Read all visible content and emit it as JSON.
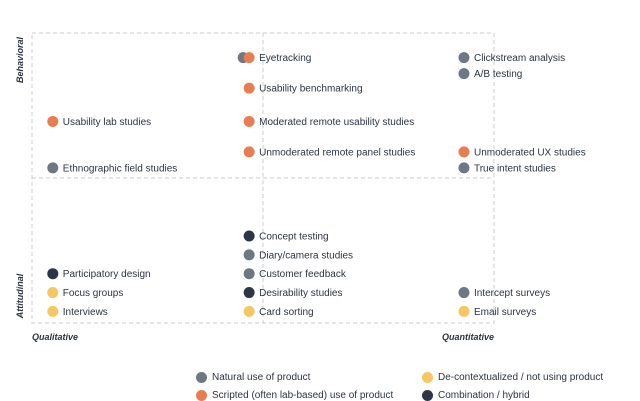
{
  "colors": {
    "natural": "#6f7782",
    "scripted": "#ea7d4f",
    "decontextualized": "#f6c761",
    "combination": "#2e3546"
  },
  "chart_data": {
    "type": "scatter",
    "title": "",
    "x_axis": {
      "left_label": "Qualitative",
      "right_label": "Quantitative"
    },
    "y_axis": {
      "top_label": "Behavioral",
      "bottom_label": "Attitudinal"
    },
    "grid": true,
    "points": [
      {
        "label": "Eyetracking",
        "x": 0.47,
        "y": 0.915,
        "categories": [
          "natural",
          "scripted"
        ]
      },
      {
        "label": "Usability benchmarking",
        "x": 0.47,
        "y": 0.81,
        "categories": [
          "scripted"
        ]
      },
      {
        "label": "Moderated remote usability studies",
        "x": 0.47,
        "y": 0.695,
        "categories": [
          "scripted"
        ]
      },
      {
        "label": "Unmoderated remote panel studies",
        "x": 0.47,
        "y": 0.59,
        "categories": [
          "scripted"
        ]
      },
      {
        "label": "Clickstream analysis",
        "x": 0.935,
        "y": 0.915,
        "categories": [
          "natural"
        ]
      },
      {
        "label": "A/B testing",
        "x": 0.935,
        "y": 0.86,
        "categories": [
          "natural"
        ]
      },
      {
        "label": "Unmoderated UX studies",
        "x": 0.935,
        "y": 0.59,
        "categories": [
          "scripted"
        ]
      },
      {
        "label": "True intent studies",
        "x": 0.935,
        "y": 0.535,
        "categories": [
          "natural"
        ]
      },
      {
        "label": "Usability lab studies",
        "x": 0.045,
        "y": 0.695,
        "categories": [
          "scripted"
        ]
      },
      {
        "label": "Ethnographic field studies",
        "x": 0.045,
        "y": 0.535,
        "categories": [
          "natural"
        ]
      },
      {
        "label": "Concept testing",
        "x": 0.47,
        "y": 0.3,
        "categories": [
          "combination"
        ]
      },
      {
        "label": "Diary/camera studies",
        "x": 0.47,
        "y": 0.235,
        "categories": [
          "natural"
        ]
      },
      {
        "label": "Customer feedback",
        "x": 0.47,
        "y": 0.17,
        "categories": [
          "natural"
        ]
      },
      {
        "label": "Desirability studies",
        "x": 0.47,
        "y": 0.105,
        "categories": [
          "combination"
        ]
      },
      {
        "label": "Card sorting",
        "x": 0.47,
        "y": 0.04,
        "categories": [
          "decontextualized"
        ]
      },
      {
        "label": "Participatory design",
        "x": 0.045,
        "y": 0.17,
        "categories": [
          "combination"
        ]
      },
      {
        "label": "Focus groups",
        "x": 0.045,
        "y": 0.105,
        "categories": [
          "decontextualized"
        ]
      },
      {
        "label": "Interviews",
        "x": 0.045,
        "y": 0.04,
        "categories": [
          "decontextualized"
        ]
      },
      {
        "label": "Intercept surveys",
        "x": 0.935,
        "y": 0.105,
        "categories": [
          "natural"
        ]
      },
      {
        "label": "Email surveys",
        "x": 0.935,
        "y": 0.04,
        "categories": [
          "decontextualized"
        ]
      }
    ],
    "legend": [
      {
        "key": "natural",
        "label": "Natural use of product"
      },
      {
        "key": "decontextualized",
        "label": "De-contextualized / not using product"
      },
      {
        "key": "scripted",
        "label": "Scripted (often lab-based) use of product"
      },
      {
        "key": "combination",
        "label": "Combination / hybrid"
      }
    ]
  }
}
